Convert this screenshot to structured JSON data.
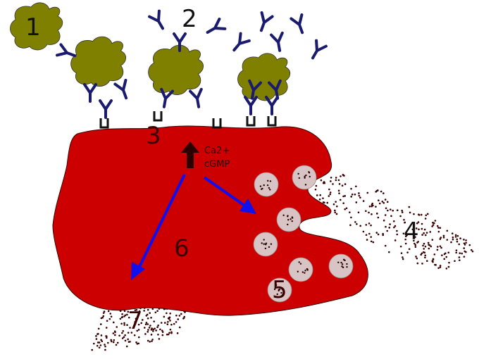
{
  "labels": {
    "antigen": "1",
    "antibody": "2",
    "receptor": "3",
    "release_outside": "4",
    "granules": "5",
    "cell": "6",
    "release_bottom": "7"
  },
  "signal": {
    "line1": "Ca2+",
    "line2": "cGMP"
  },
  "colors": {
    "cell": "#cc0000",
    "antigen": "#808000",
    "antibody": "#1a1a6e",
    "arrow": "#1010ee",
    "granule": "#d8c4c4"
  }
}
